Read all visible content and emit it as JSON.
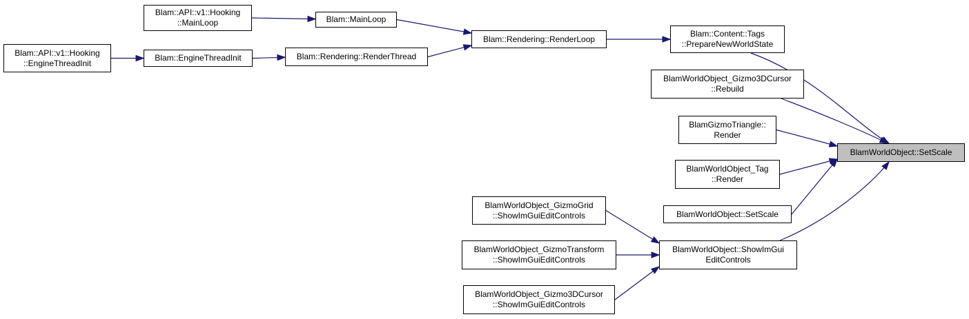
{
  "graph": {
    "edge_color": "#191970",
    "nodes": [
      {
        "id": "hooking_mainloop",
        "lines": [
          "Blam::API::v1::Hooking",
          "::MainLoop"
        ]
      },
      {
        "id": "mainloop",
        "lines": [
          "Blam::MainLoop"
        ]
      },
      {
        "id": "hooking_enginethreadinit",
        "lines": [
          "Blam::API::v1::Hooking",
          "::EngineThreadInit"
        ]
      },
      {
        "id": "enginethreadinit",
        "lines": [
          "Blam::EngineThreadInit"
        ]
      },
      {
        "id": "renderthread",
        "lines": [
          "Blam::Rendering::RenderThread"
        ]
      },
      {
        "id": "renderloop",
        "lines": [
          "Blam::Rendering::RenderLoop"
        ]
      },
      {
        "id": "preparenewworldstate",
        "lines": [
          "Blam::Content::Tags",
          "::PrepareNewWorldState"
        ]
      },
      {
        "id": "gizmo3dcursor_rebuild",
        "lines": [
          "BlamWorldObject_Gizmo3DCursor",
          "::Rebuild"
        ]
      },
      {
        "id": "gizmotriangle_render",
        "lines": [
          "BlamGizmoTriangle::",
          "Render"
        ]
      },
      {
        "id": "tag_render",
        "lines": [
          "BlamWorldObject_Tag",
          "::Render"
        ]
      },
      {
        "id": "setscale_caller",
        "lines": [
          "BlamWorldObject::SetScale"
        ]
      },
      {
        "id": "setscale_focus",
        "lines": [
          "BlamWorldObject::SetScale"
        ],
        "focus": true
      },
      {
        "id": "showimgui",
        "lines": [
          "BlamWorldObject::ShowImGui",
          "EditControls"
        ]
      },
      {
        "id": "gizmogrid_showimgui",
        "lines": [
          "BlamWorldObject_GizmoGrid",
          "::ShowImGuiEditControls"
        ]
      },
      {
        "id": "gizmotransform_showimgui",
        "lines": [
          "BlamWorldObject_GizmoTransform",
          "::ShowImGuiEditControls"
        ]
      },
      {
        "id": "gizmo3dcursor_showimgui",
        "lines": [
          "BlamWorldObject_Gizmo3DCursor",
          "::ShowImGuiEditControls"
        ]
      }
    ],
    "edges": [
      {
        "from": "hooking_mainloop",
        "to": "mainloop"
      },
      {
        "from": "mainloop",
        "to": "renderloop"
      },
      {
        "from": "hooking_enginethreadinit",
        "to": "enginethreadinit"
      },
      {
        "from": "enginethreadinit",
        "to": "renderthread"
      },
      {
        "from": "renderthread",
        "to": "renderloop"
      },
      {
        "from": "renderloop",
        "to": "preparenewworldstate"
      },
      {
        "from": "preparenewworldstate",
        "to": "setscale_focus"
      },
      {
        "from": "gizmo3dcursor_rebuild",
        "to": "setscale_focus"
      },
      {
        "from": "gizmotriangle_render",
        "to": "setscale_focus"
      },
      {
        "from": "tag_render",
        "to": "setscale_focus"
      },
      {
        "from": "setscale_caller",
        "to": "setscale_focus"
      },
      {
        "from": "showimgui",
        "to": "setscale_focus"
      },
      {
        "from": "gizmogrid_showimgui",
        "to": "showimgui"
      },
      {
        "from": "gizmotransform_showimgui",
        "to": "showimgui"
      },
      {
        "from": "gizmo3dcursor_showimgui",
        "to": "showimgui"
      }
    ]
  }
}
